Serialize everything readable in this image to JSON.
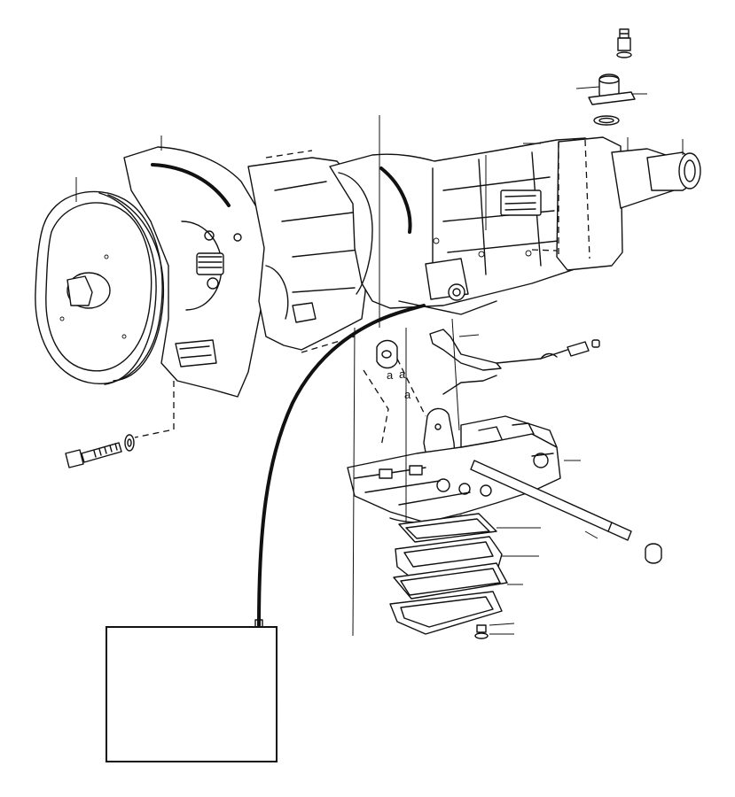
{
  "figure": {
    "part_labels": [
      "a",
      "a",
      "a"
    ],
    "line_color": "#111111",
    "background": "#ffffff"
  },
  "inset_box": {
    "content": ""
  }
}
